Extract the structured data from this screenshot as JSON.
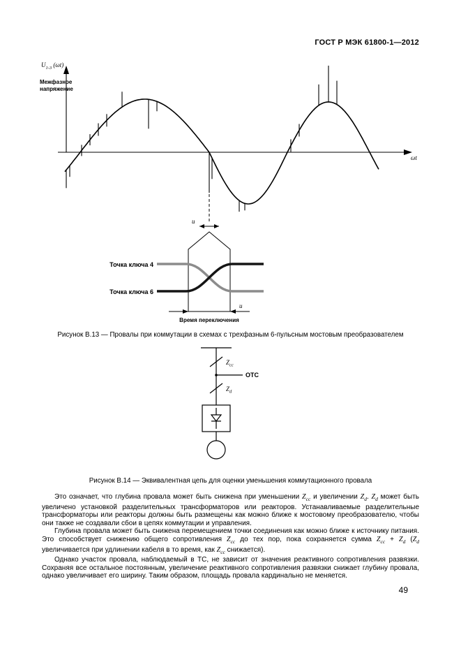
{
  "page": {
    "header": "ГОСТ Р МЭК 61800-1—2012",
    "page_number": "49"
  },
  "figure13": {
    "axis_label_y_main": "U",
    "axis_label_y_sub": "1-3",
    "axis_label_y_tail": " (ωt)",
    "axis_note_line1": "Межфазное",
    "axis_note_line2": "напряжение",
    "axis_label_x": "ωt",
    "notch_label": "u",
    "switch4_label": "Точка ключа 4",
    "switch6_label": "Точка ключа 6",
    "width_label": "u",
    "time_label": "Время переключения",
    "caption": "Рисунок В.13 — Провалы при коммутации в схемах с трехфазным 6-пульсным мостовым преобразователем"
  },
  "figure14": {
    "z1_main": "Z",
    "z1_sub": "cc",
    "z2_main": "Z",
    "z2_sub": "d",
    "pcc_label": "ОТС",
    "caption": "Рисунок В.14 — Эквивалентная цепь для оценки уменьшения коммутационного провала"
  },
  "body": {
    "p1": "Это означает, что глубина провала может быть снижена при уменьшении *{Z}_{cc} и увеличении *{Z}_{d}. *{Z}_{d} может быть увеличено установкой разделительных трансформаторов или реакторов. Устанавливаемые разделительные трансформаторы или реакторы должны быть размещены как можно ближе к мостовому преобразователю, чтобы они также не создавали сбои в цепях коммутации и управления.",
    "p2": "Глубина провала может быть снижена перемещением точки соединения как можно ближе к источнику питания. Это способствует снижению общего сопротивления *{Z}_{cc} до тех пор, пока сохраняется сумма *{Z}_{cc} + *{Z}_{d} (*{Z}_{d} увеличивается при удлинении кабеля в то время, как *{Z}_{cc} снижается).",
    "p3": "Однако участок провала, наблюдаемый в ТС, не зависит от значения реактивного сопротивления развязки. Сохраняя все остальное постоянным, увеличение реактивного сопротивления развязки снижает глубину провала, однако увеличивает его ширину. Таким образом, площадь провала кардинально не меняется."
  }
}
